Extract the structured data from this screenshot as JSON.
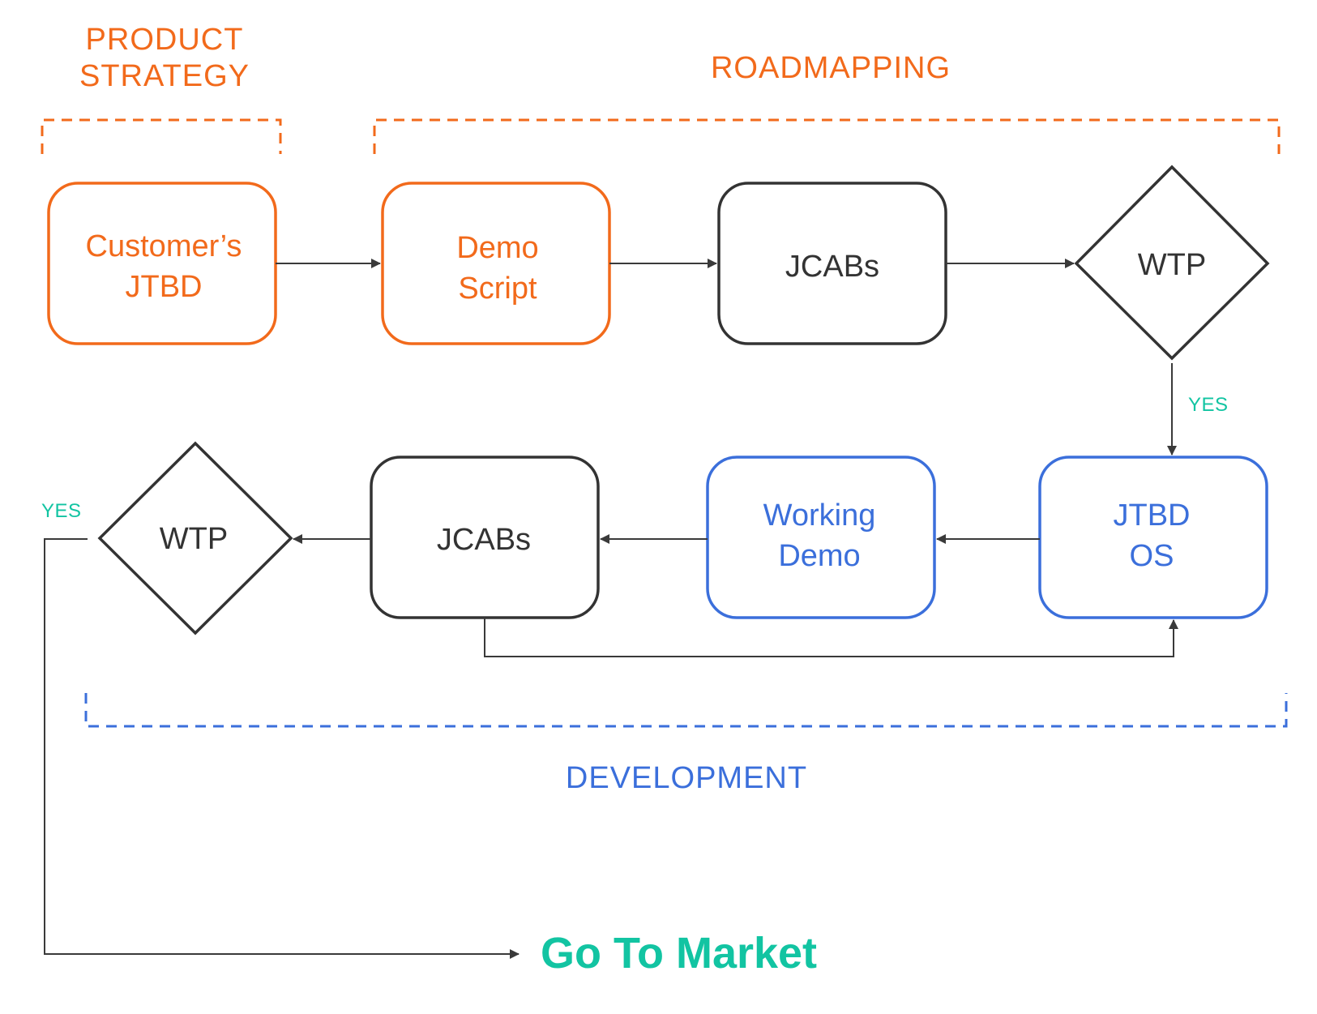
{
  "colors": {
    "orange": "#f26a1b",
    "dark": "#333333",
    "blue": "#3b6fdb",
    "teal": "#12c4a2",
    "edge": "#3a3a3a"
  },
  "sections": {
    "product_strategy": {
      "line1": "PRODUCT",
      "line2": "STRATEGY"
    },
    "roadmapping": "ROADMAPPING",
    "development": "DEVELOPMENT"
  },
  "nodes": {
    "customers_jtbd": {
      "line1": "Customer’s",
      "line2": "JTBD"
    },
    "demo_script": {
      "line1": "Demo",
      "line2": "Script"
    },
    "jcabs_top": "JCABs",
    "wtp_top": "WTP",
    "jtbd_os": {
      "line1": "JTBD",
      "line2": "OS"
    },
    "working_demo": {
      "line1": "Working",
      "line2": "Demo"
    },
    "jcabs_bottom": "JCABs",
    "wtp_bottom": "WTP"
  },
  "labels": {
    "yes_right": "YES",
    "yes_left": "YES",
    "go_to_market": "Go To Market"
  }
}
